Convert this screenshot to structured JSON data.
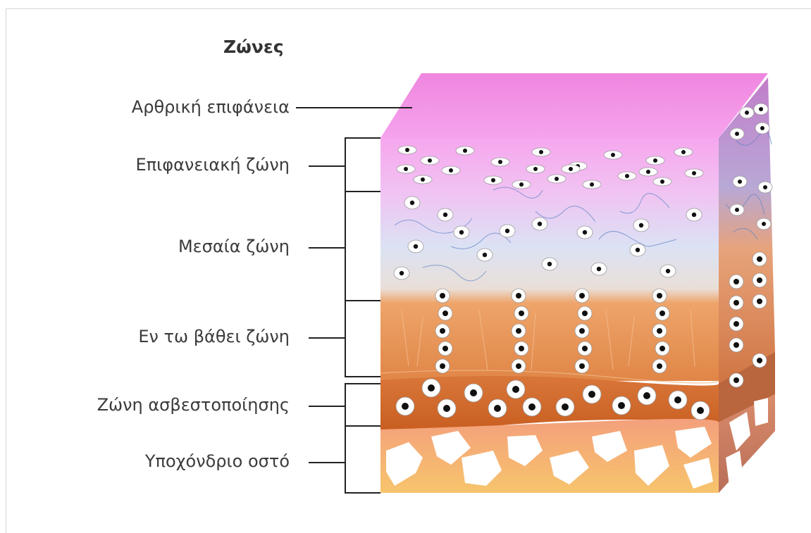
{
  "heading": "Ζώνες",
  "labels": {
    "articular_surface": "Αρθρική επιφάνεια",
    "superficial_zone": "Επιφανειακή ζώνη",
    "middle_zone": "Μεσαία ζώνη",
    "deep_zone": "Εν τω βάθει ζώνη",
    "calcified_zone": "Ζώνη ασβεστοποίησης",
    "subchondral_bone": "Υποχόνδριο οστό"
  },
  "colors": {
    "surface_top": "#f28ee3",
    "superficial": "#f7a9ef",
    "middle": "#d9e0f2",
    "deep": "#e89a5e",
    "calcified": "#d0682a",
    "bone": "#f5b86e",
    "cell_nucleus": "#111111",
    "leader_line": "#222222"
  }
}
